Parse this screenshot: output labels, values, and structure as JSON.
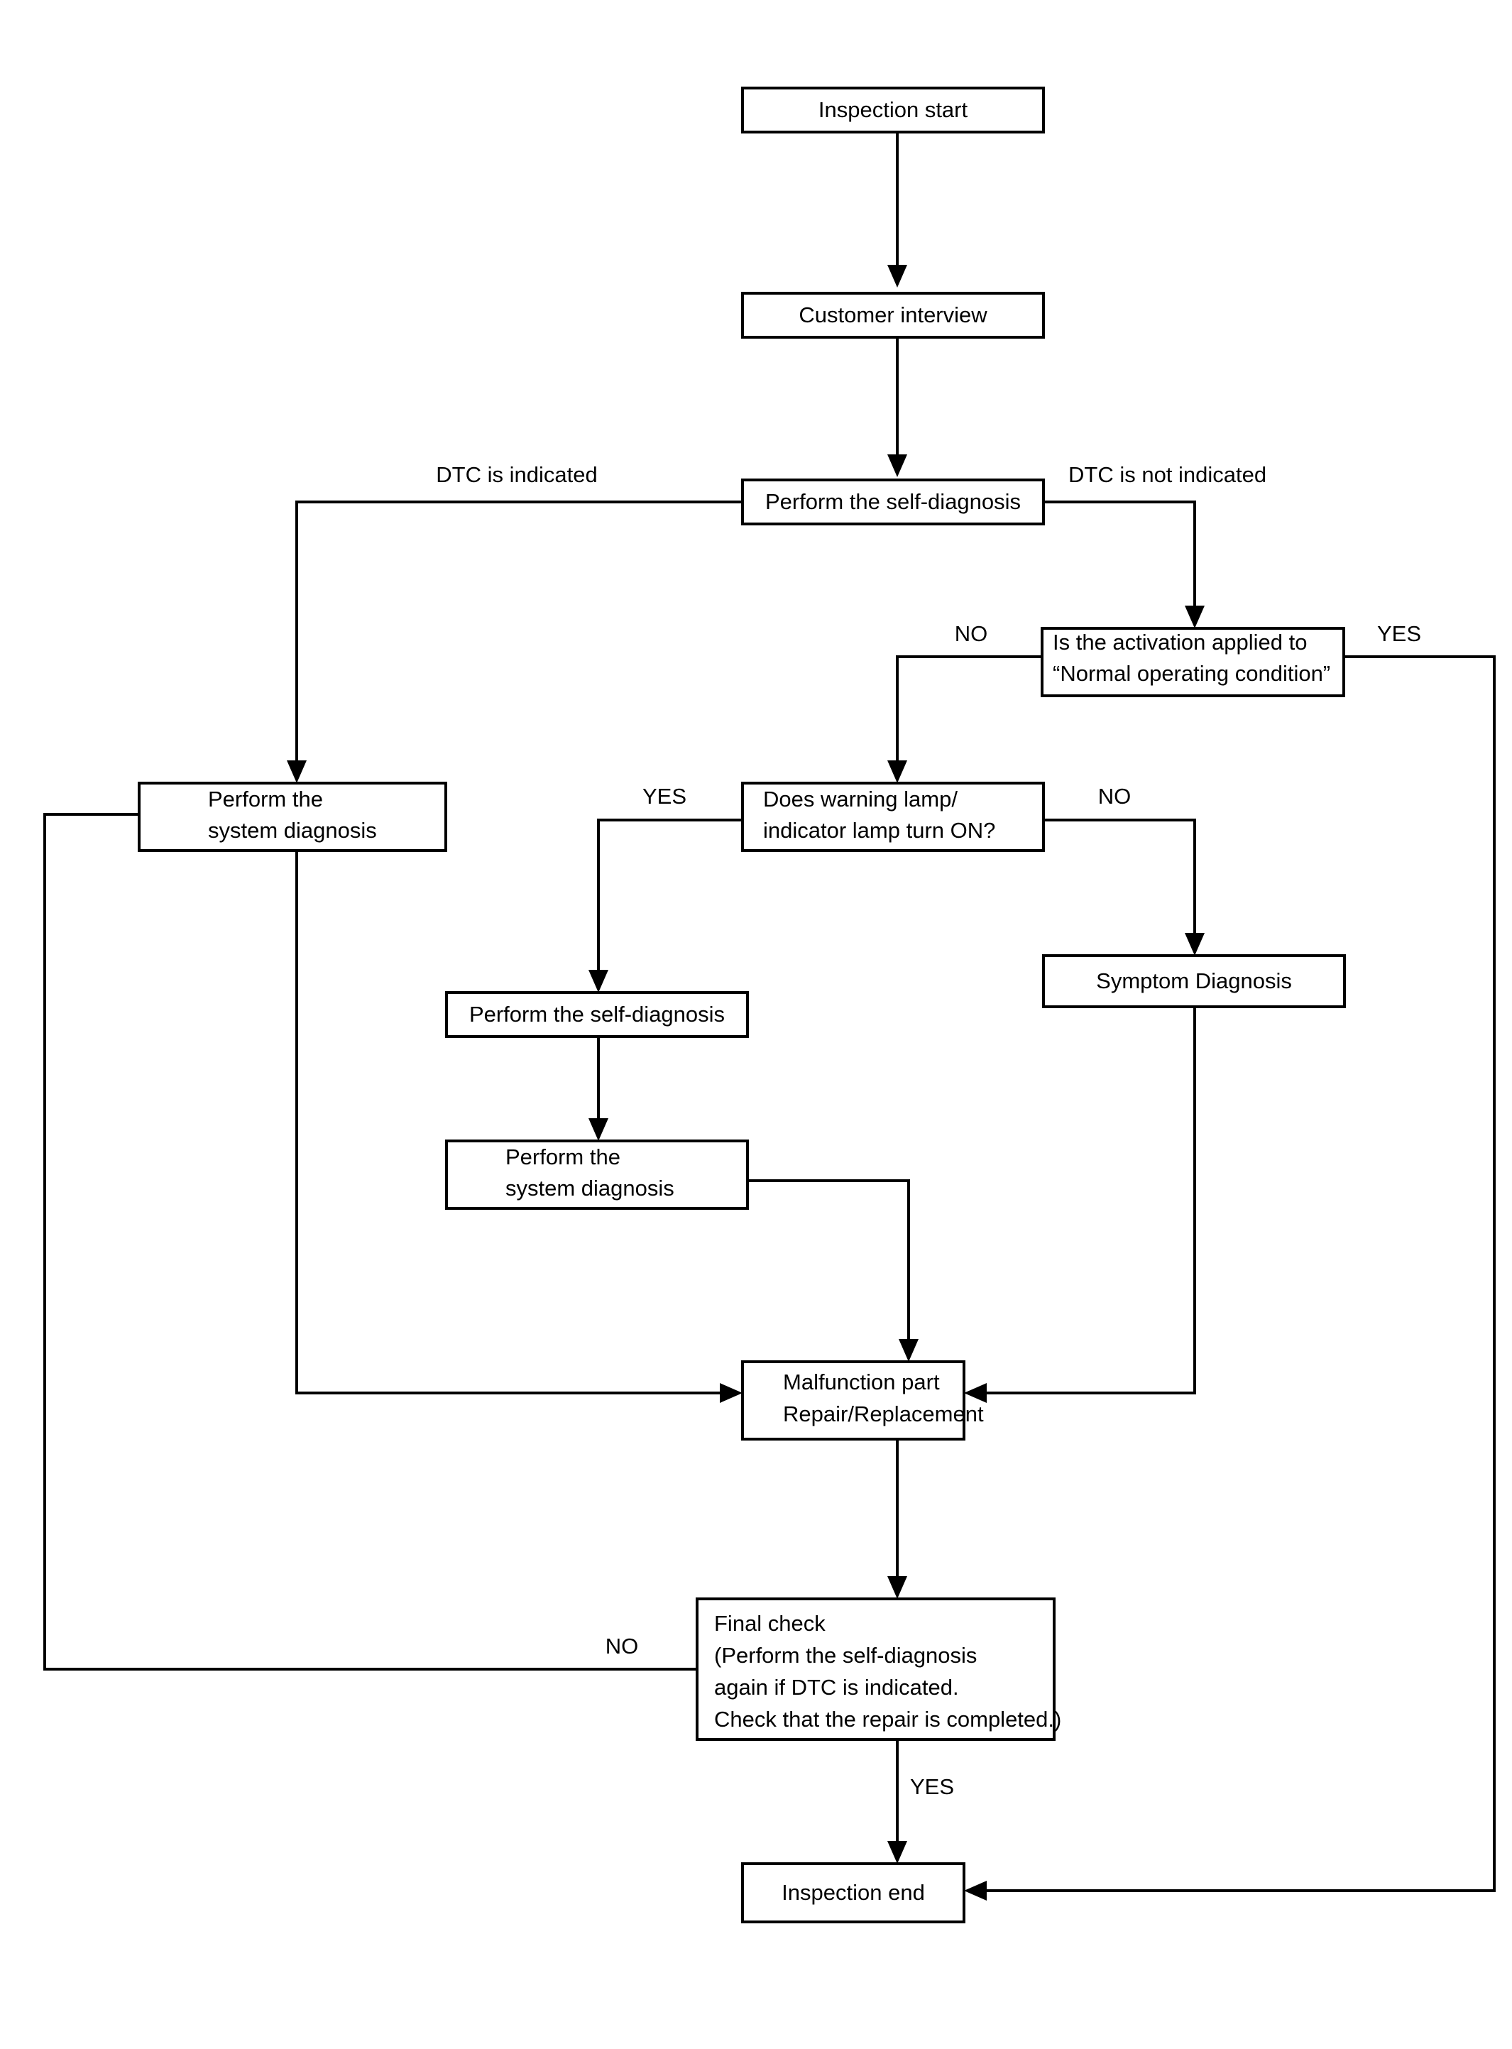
{
  "diagram": {
    "type": "flowchart",
    "title": "Diagnosis inspection flow",
    "orientation": "top-to-bottom",
    "colors": {
      "background": "#ffffff",
      "stroke": "#000000",
      "text": "#000000",
      "node_fill": "#ffffff"
    },
    "nodes": [
      {
        "id": "inspection_start",
        "label": "Inspection start",
        "shape": "rect",
        "align": "center"
      },
      {
        "id": "customer_interview",
        "label": "Customer interview",
        "shape": "rect",
        "align": "center"
      },
      {
        "id": "self_diagnosis_1",
        "label": "Perform the self-diagnosis",
        "shape": "rect",
        "align": "center"
      },
      {
        "id": "activation_question",
        "label_line1": "Is the activation applied to",
        "label_line2": "“Normal operating condition”",
        "shape": "rect",
        "align": "left"
      },
      {
        "id": "system_diagnosis_left",
        "label_line1": "Perform the",
        "label_line2": "system diagnosis",
        "shape": "rect",
        "align": "left"
      },
      {
        "id": "lamp_question",
        "label_line1": "Does warning lamp/",
        "label_line2": "indicator lamp turn ON?",
        "shape": "rect",
        "align": "left"
      },
      {
        "id": "symptom_diagnosis",
        "label": "Symptom Diagnosis",
        "shape": "rect",
        "align": "center"
      },
      {
        "id": "self_diagnosis_2",
        "label": "Perform the self-diagnosis",
        "shape": "rect",
        "align": "center"
      },
      {
        "id": "system_diagnosis_mid",
        "label_line1": "Perform the",
        "label_line2": "system diagnosis",
        "shape": "rect",
        "align": "left"
      },
      {
        "id": "malfunction_repair",
        "label_line1": "Malfunction part",
        "label_line2": "Repair/Replacement",
        "shape": "rect",
        "align": "left"
      },
      {
        "id": "final_check",
        "label_line1": "Final check",
        "label_line2": "(Perform the self-diagnosis",
        "label_line3": "again if DTC is indicated.",
        "label_line4": "Check that the repair is completed.)",
        "shape": "rect",
        "align": "left"
      },
      {
        "id": "inspection_end",
        "label": "Inspection end",
        "shape": "rect",
        "align": "center"
      }
    ],
    "edge_labels": {
      "dtc_indicated": "DTC is indicated",
      "dtc_not_indicated": "DTC is not indicated",
      "activation_no": "NO",
      "activation_yes": "YES",
      "lamp_yes": "YES",
      "lamp_no": "NO",
      "final_check_no": "NO",
      "final_check_yes": "YES"
    },
    "edges": [
      {
        "from": "inspection_start",
        "to": "customer_interview",
        "label": ""
      },
      {
        "from": "customer_interview",
        "to": "self_diagnosis_1",
        "label": ""
      },
      {
        "from": "self_diagnosis_1",
        "to": "system_diagnosis_left",
        "label": "DTC is indicated"
      },
      {
        "from": "self_diagnosis_1",
        "to": "activation_question",
        "label": "DTC is not indicated"
      },
      {
        "from": "activation_question",
        "to": "lamp_question",
        "label": "NO"
      },
      {
        "from": "activation_question",
        "to": "inspection_end",
        "label": "YES"
      },
      {
        "from": "lamp_question",
        "to": "self_diagnosis_2",
        "label": "YES"
      },
      {
        "from": "lamp_question",
        "to": "symptom_diagnosis",
        "label": "NO"
      },
      {
        "from": "self_diagnosis_2",
        "to": "system_diagnosis_mid",
        "label": ""
      },
      {
        "from": "system_diagnosis_mid",
        "to": "malfunction_repair",
        "label": ""
      },
      {
        "from": "system_diagnosis_left",
        "to": "malfunction_repair",
        "label": ""
      },
      {
        "from": "symptom_diagnosis",
        "to": "malfunction_repair",
        "label": ""
      },
      {
        "from": "malfunction_repair",
        "to": "final_check",
        "label": ""
      },
      {
        "from": "final_check",
        "to": "system_diagnosis_left",
        "label": "NO"
      },
      {
        "from": "final_check",
        "to": "inspection_end",
        "label": "YES"
      }
    ]
  }
}
